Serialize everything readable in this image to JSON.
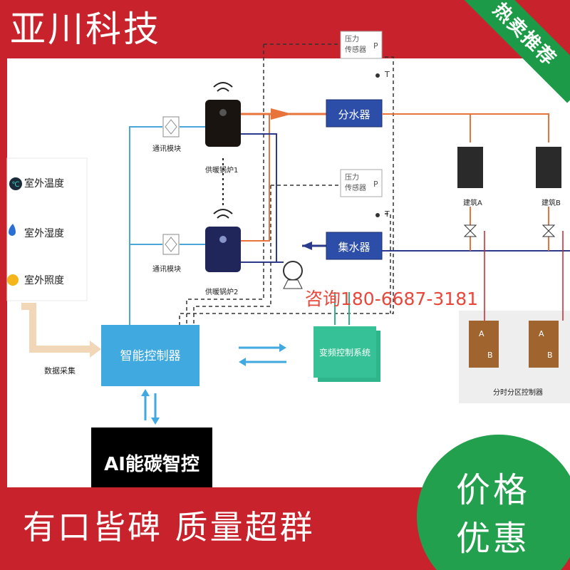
{
  "brand": "亚川科技",
  "hot_tag": "热卖推荐",
  "slogan": "有口皆碑  质量超群",
  "price_badge": {
    "line1": "价格",
    "line2": "优惠"
  },
  "contact": "咨询180-6687-3181",
  "diagram": {
    "sensors": [
      {
        "label": "室外温度",
        "icon": "thermometer-icon"
      },
      {
        "label": "室外湿度",
        "icon": "water-drop-icon"
      },
      {
        "label": "室外照度",
        "icon": "sun-icon"
      }
    ],
    "data_collect": "数据采集",
    "controller": "智能控制器",
    "ai_brand": "AI能碳智控",
    "comm_module_1": "通讯模块",
    "comm_module_2": "通讯模块",
    "boiler_1": "供暖锅炉1",
    "boiler_2": "供暖锅炉2",
    "pressure_sensor_1": "压力\n传感器",
    "pressure_sensor_2": "压力\n传感器",
    "p_label": "P",
    "t_label": "T",
    "distributor": "分水器",
    "collector": "集水器",
    "vfd_system": "变频控制系统",
    "building_a": "建筑A",
    "building_b": "建筑B",
    "zone_controller": "分时分区控制器",
    "ab_label_a": "A",
    "ab_label_b": "B",
    "colors": {
      "red": "#c8232c",
      "green": "#23a04e",
      "controller_blue": "#3fa9e0",
      "vfd_green": "#2fb58c",
      "pipe_orange": "#e8743b",
      "pipe_blue": "#2b3a8c",
      "line_blue": "#4aa8d8",
      "zone_brown": "#a0642e"
    }
  }
}
